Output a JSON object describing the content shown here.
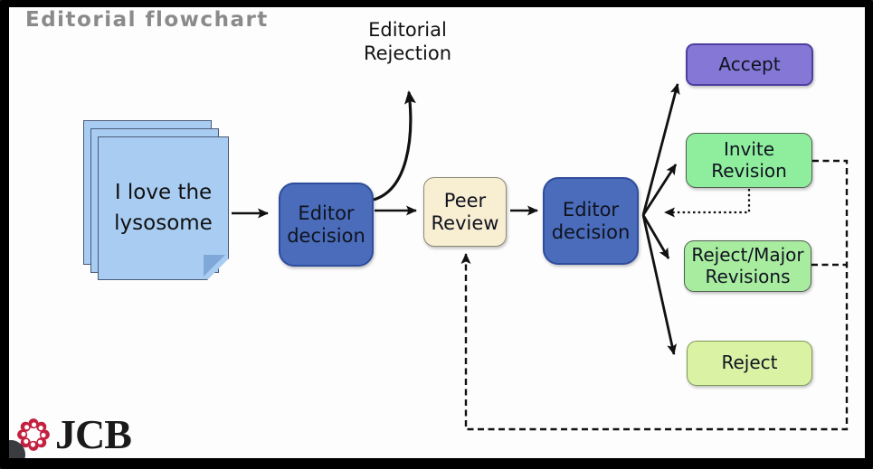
{
  "title": "Editorial flowchart",
  "flowchart": {
    "manuscript": {
      "label": "I love the lysosome",
      "fill": "#a9cdf2"
    },
    "editor_decision_1": {
      "label": "Editor decision",
      "fill": "#4a6cba"
    },
    "editorial_rejection": {
      "label": "Editorial Rejection"
    },
    "peer_review": {
      "label": "Peer Review",
      "fill": "#f8eed2"
    },
    "editor_decision_2": {
      "label": "Editor decision",
      "fill": "#4a6cba"
    },
    "outcomes": {
      "accept": {
        "label": "Accept",
        "fill": "#8477d6"
      },
      "invite_revision": {
        "label": "Invite Revision",
        "fill": "#8fee9e"
      },
      "reject_major_revisions": {
        "label": "Reject/Major Revisions",
        "fill": "#a8eca0"
      },
      "reject": {
        "label": "Reject",
        "fill": "#d9f2a4"
      }
    },
    "edges": [
      {
        "from": "manuscript",
        "to": "editor_decision_1",
        "style": "solid"
      },
      {
        "from": "editor_decision_1",
        "to": "editorial_rejection",
        "style": "solid-curved"
      },
      {
        "from": "editor_decision_1",
        "to": "peer_review",
        "style": "solid"
      },
      {
        "from": "peer_review",
        "to": "editor_decision_2",
        "style": "solid"
      },
      {
        "from": "editor_decision_2",
        "to": "accept",
        "style": "solid"
      },
      {
        "from": "editor_decision_2",
        "to": "invite_revision",
        "style": "solid"
      },
      {
        "from": "editor_decision_2",
        "to": "reject_major_revisions",
        "style": "solid"
      },
      {
        "from": "editor_decision_2",
        "to": "reject",
        "style": "solid"
      },
      {
        "from": "invite_revision",
        "to": "editor_decision_2",
        "style": "dotted"
      },
      {
        "from": "invite_revision",
        "to": "peer_review",
        "style": "dashed"
      },
      {
        "from": "reject_major_revisions",
        "to": "peer_review",
        "style": "dashed"
      }
    ],
    "arrow_color": "#111111"
  },
  "logo": {
    "text": "JCB",
    "rosette_color": "#c42040"
  }
}
